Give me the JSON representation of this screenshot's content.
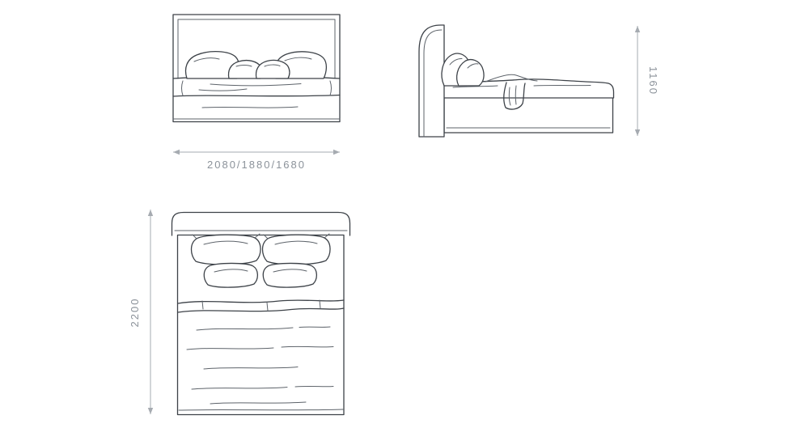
{
  "dimensions": {
    "width": {
      "label": "2080/1880/1680"
    },
    "height": {
      "label": "1160"
    },
    "depth": {
      "label": "2200"
    }
  },
  "views": {
    "front": "front-elevation",
    "side": "side-elevation",
    "top": "plan-view"
  },
  "colors": {
    "line": "#3d4248",
    "sketch": "#5d636a",
    "dimension_line": "#a6abb1",
    "dimension_text": "#8b929a",
    "background": "#ffffff"
  }
}
